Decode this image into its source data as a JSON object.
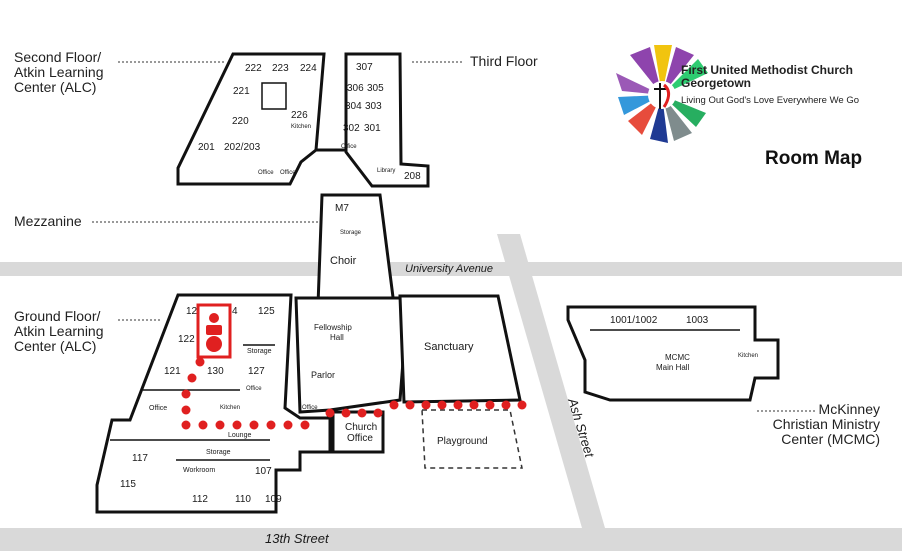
{
  "legend": {
    "second_floor": "Second Floor/\nAtkin Learning\nCenter (ALC)",
    "third_floor": "Third Floor",
    "mezzanine": "Mezzanine",
    "ground_floor": "Ground Floor/\nAtkin Learning\nCenter (ALC)",
    "mcmc": "McKinney\nChristian Ministry\nCenter (MCMC)"
  },
  "branding": {
    "church_name": "First United Methodist Church\nGeorgetown",
    "tagline": "Living Out God's Love Everywhere We Go",
    "title": "Room Map",
    "colors": [
      "#8e44ad",
      "#f1c40f",
      "#2ecc71",
      "#27ae60",
      "#e74c3c",
      "#3498db",
      "#7f8c8d",
      "#9b59b6",
      "#1f3a93"
    ]
  },
  "streets": {
    "university": "University Avenue",
    "ash": "Ash Street",
    "thirteenth": "13th Street"
  },
  "rooms": {
    "second": [
      "222",
      "223",
      "224",
      "221",
      "220",
      "226",
      "Kitchen",
      "201",
      "202/203",
      "Office",
      "Office"
    ],
    "third": [
      "307",
      "306",
      "305",
      "304",
      "303",
      "302",
      "301",
      "Office",
      "Library",
      "208"
    ],
    "mezzanine": [
      "M7",
      "Storage",
      "Choir"
    ],
    "ground": [
      "12",
      "4",
      "125",
      "122",
      "121",
      "130",
      "127",
      "Storage",
      "Office",
      "Kitchen",
      "Office",
      "Lounge",
      "117",
      "Storage",
      "Workroom",
      "107",
      "115",
      "112",
      "110",
      "109",
      "Fellowship\nHall",
      "Parlor",
      "Office",
      "Church\nOffice",
      "Sanctuary",
      "Playground"
    ],
    "mcmc": [
      "1001/1002",
      "1003",
      "MCMC\nMain Hall",
      "Kitchen"
    ]
  },
  "marker": {
    "icon": "family-room-marker-icon",
    "color": "#e02020"
  },
  "route": {
    "color": "#e02020"
  }
}
